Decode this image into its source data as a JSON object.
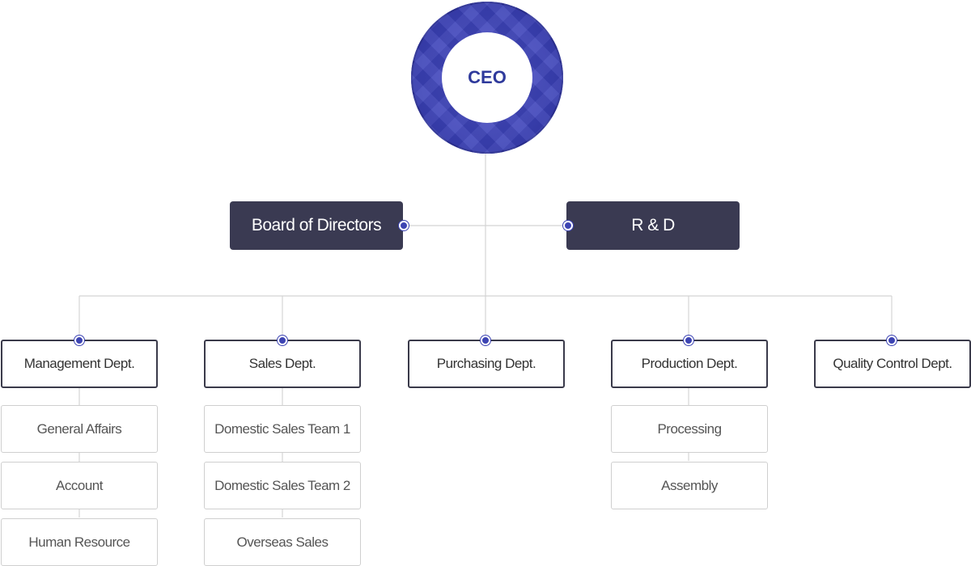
{
  "ceo": {
    "label": "CEO"
  },
  "board": {
    "label": "Board of Directors"
  },
  "rnd": {
    "label": "R & D"
  },
  "departments": [
    {
      "label": "Management Dept.",
      "subs": [
        "General Affairs",
        "Account",
        "Human Resource"
      ]
    },
    {
      "label": "Sales Dept.",
      "subs": [
        "Domestic Sales Team 1",
        "Domestic Sales Team 2",
        "Overseas Sales"
      ]
    },
    {
      "label": "Purchasing Dept.",
      "subs": []
    },
    {
      "label": "Production Dept.",
      "subs": [
        "Processing",
        "Assembly"
      ]
    },
    {
      "label": "Quality Control Dept.",
      "subs": []
    }
  ],
  "colors": {
    "accent": "#3d44b3",
    "dark_box": "#3a3a52",
    "line": "#d0d0d0"
  }
}
